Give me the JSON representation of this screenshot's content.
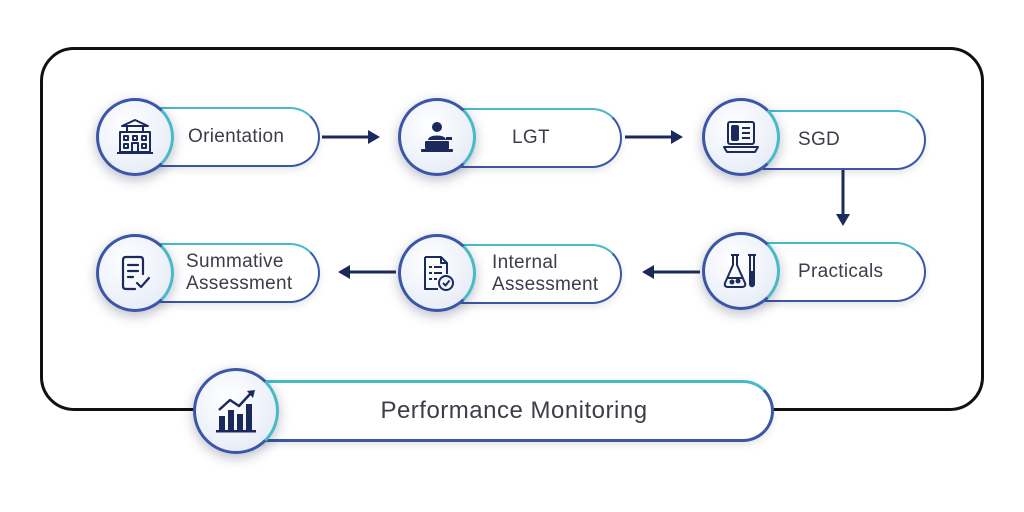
{
  "steps": {
    "orientation": {
      "label": "Orientation",
      "icon": "building-icon"
    },
    "lgt": {
      "label": "LGT",
      "icon": "lecturer-icon"
    },
    "sgd": {
      "label": "SGD",
      "icon": "discussion-icon"
    },
    "practicals": {
      "label": "Practicals",
      "icon": "flask-icon"
    },
    "internal": {
      "label_line1": "Internal",
      "label_line2": "Assessment",
      "icon": "document-check-icon"
    },
    "summative": {
      "label_line1": "Summative",
      "label_line2": "Assessment",
      "icon": "checklist-icon"
    }
  },
  "footer": {
    "label": "Performance Monitoring",
    "icon": "bar-chart-icon"
  },
  "colors": {
    "navy": "#1b2a5c",
    "teal": "#48b9c7",
    "border": "#3a56a6",
    "text": "#3d3d4a"
  }
}
